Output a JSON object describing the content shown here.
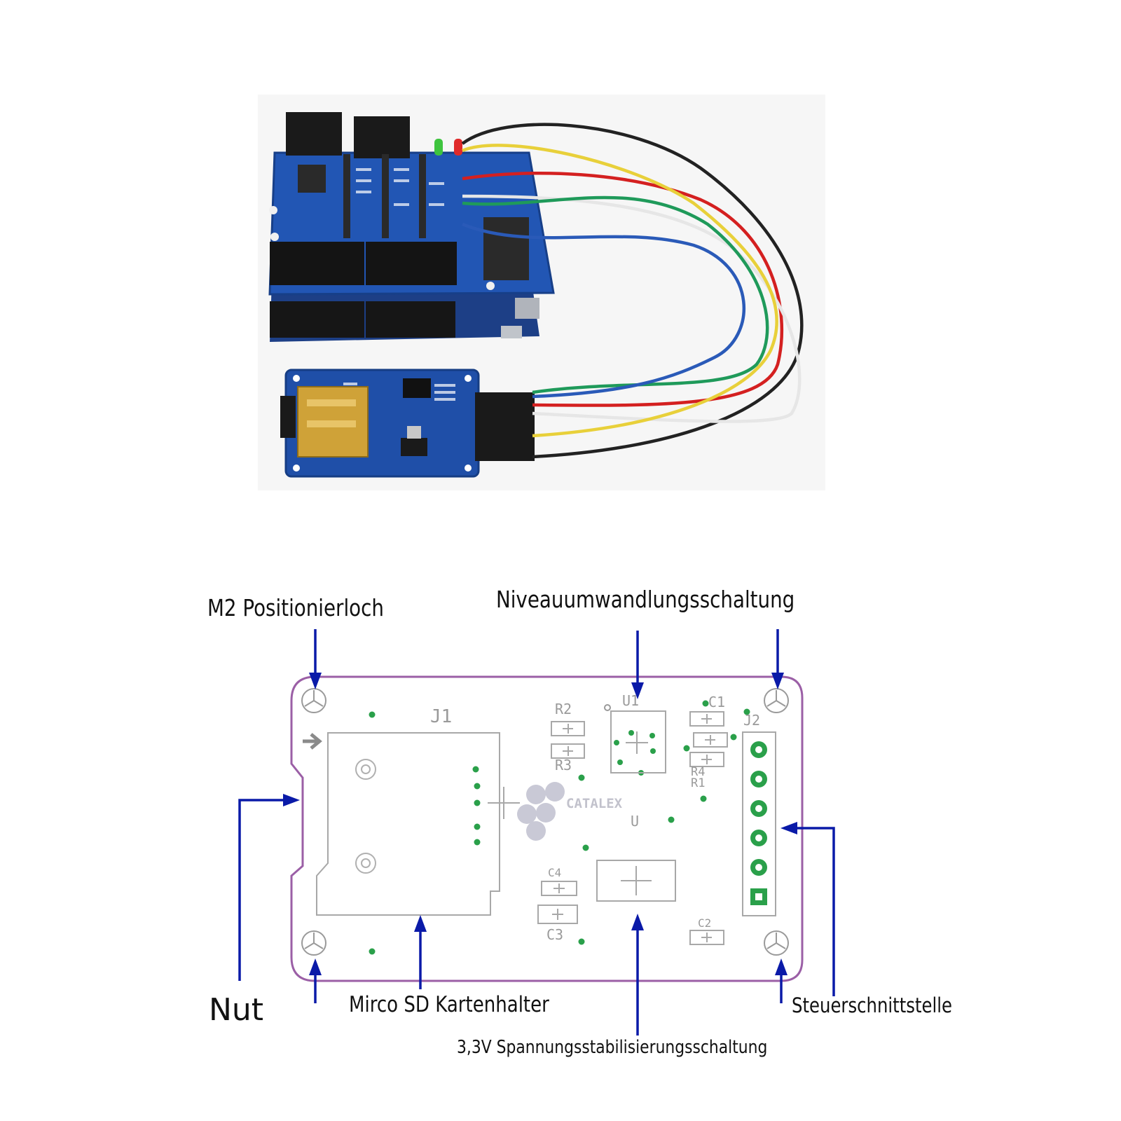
{
  "labels": {
    "m2_hole": "M2 Positionierloch",
    "level_shift": "Niveauumwandlungsschaltung",
    "groove": "Nut",
    "sd_holder": "Mirco SD Kartenhalter",
    "control_interface": "Steuerschnittstelle",
    "regulator": "3,3V Spannungsstabilisierungsschaltung"
  },
  "silkscreen": {
    "j1": "J1",
    "j2": "J2",
    "u1": "U1",
    "u": "U",
    "r1": "R1",
    "r2": "R2",
    "r3": "R3",
    "r4": "R4",
    "c1": "C1",
    "c2": "C2",
    "c3": "C3",
    "c4": "C4",
    "brand": "CATALEX"
  },
  "colors": {
    "board_outline": "#9b5fa6",
    "arrow": "#0a1aa8",
    "silk": "#a8a8a8",
    "pad": "#2aa04a",
    "pcb_blue": "#1f4fa8",
    "wires": [
      "#222222",
      "#d42020",
      "#f2f2f2",
      "#1f9a5a",
      "#e8d03a",
      "#2a5ab8"
    ]
  }
}
